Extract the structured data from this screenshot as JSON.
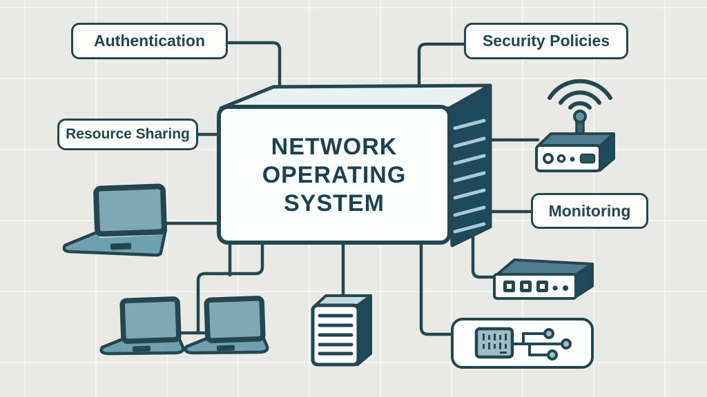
{
  "diagram": {
    "center": {
      "title": "NETWORK OPERATING SYSTEM",
      "title_lines": [
        "NETWORK",
        "OPERATING",
        "SYSTEM"
      ]
    },
    "labels": {
      "authentication": "Authentication",
      "security_policies": "Security Policies",
      "resource_sharing": "Resource Sharing",
      "monitoring": "Monitoring"
    },
    "icons": {
      "wifi": "wifi-signal-icon",
      "router": "wireless-router-icon",
      "switch": "network-switch-icon",
      "laptop_left": "laptop-icon",
      "laptop_bottom_1": "laptop-icon",
      "laptop_bottom_2": "laptop-icon",
      "document": "document-icon",
      "network_card": "network-card-icon"
    },
    "colors": {
      "background": "#e9e9e6",
      "outline": "#24464f",
      "panel_dark": "#1d4b5c",
      "panel_mid": "#4d7e8f",
      "device_teal": "#7fa7b4",
      "device_teal_dark": "#6fa0ae",
      "vent_stroke": "#a9c9d4",
      "surface": "#fdfdfc",
      "text": "#1c4150"
    }
  }
}
